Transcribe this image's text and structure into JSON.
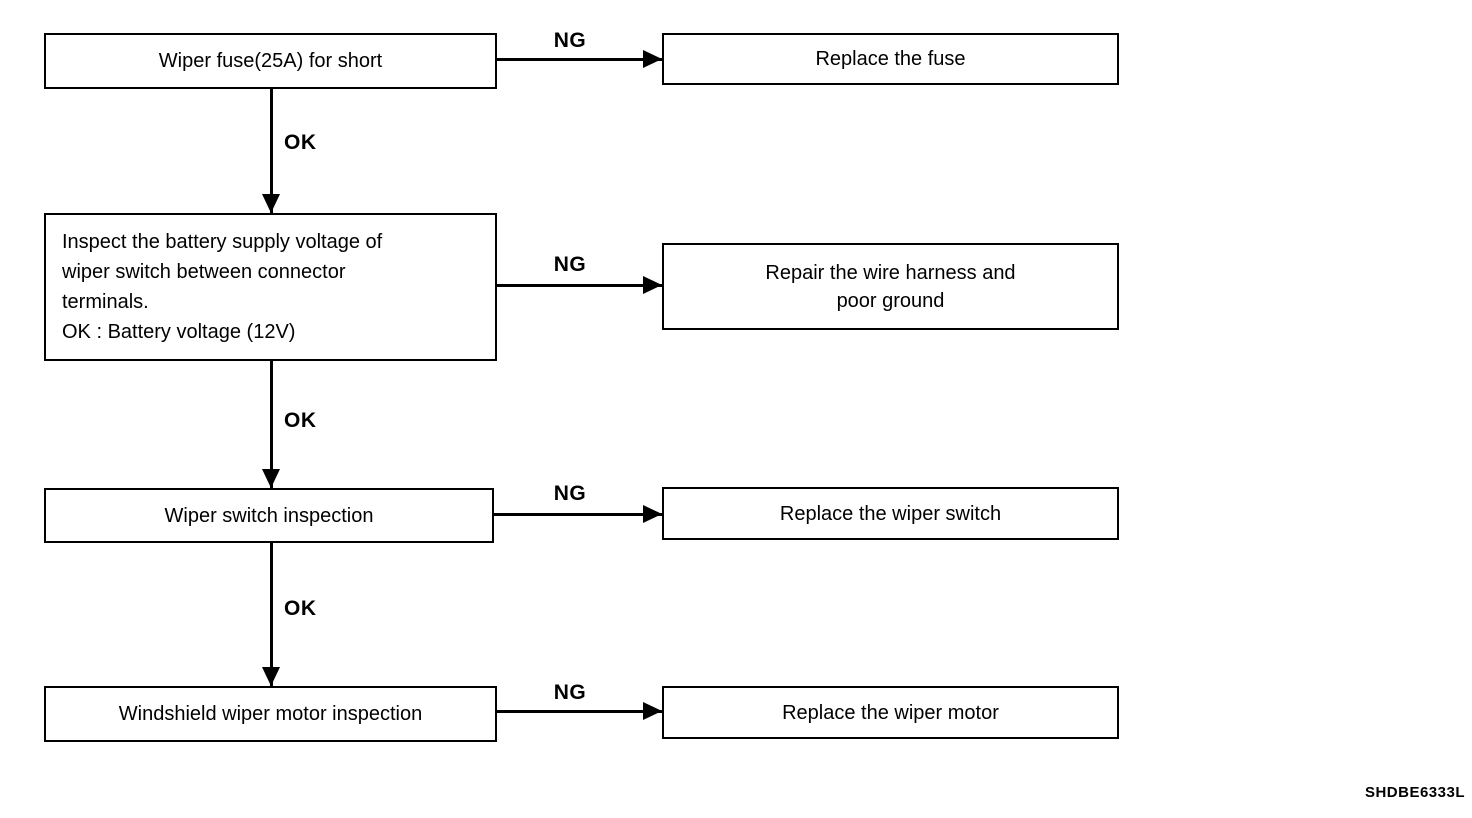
{
  "figure": {
    "caption": "SHDBE6333L"
  },
  "flowchart": {
    "ok_label": "OK",
    "ng_label": "NG",
    "rows": [
      {
        "check": {
          "lines": [
            "Wiper fuse(25A) for short"
          ]
        },
        "action": {
          "lines": [
            "Replace the fuse"
          ]
        }
      },
      {
        "check": {
          "lines": [
            "Inspect the battery supply voltage of",
            "wiper switch between connector",
            "terminals.",
            "OK : Battery voltage (12V)"
          ]
        },
        "action": {
          "lines": [
            "Repair the wire harness and",
            "poor ground"
          ]
        }
      },
      {
        "check": {
          "lines": [
            "Wiper switch inspection"
          ]
        },
        "action": {
          "lines": [
            "Replace the wiper switch"
          ]
        }
      },
      {
        "check": {
          "lines": [
            "Windshield wiper motor inspection"
          ]
        },
        "action": {
          "lines": [
            "Replace the wiper motor"
          ]
        }
      }
    ]
  }
}
